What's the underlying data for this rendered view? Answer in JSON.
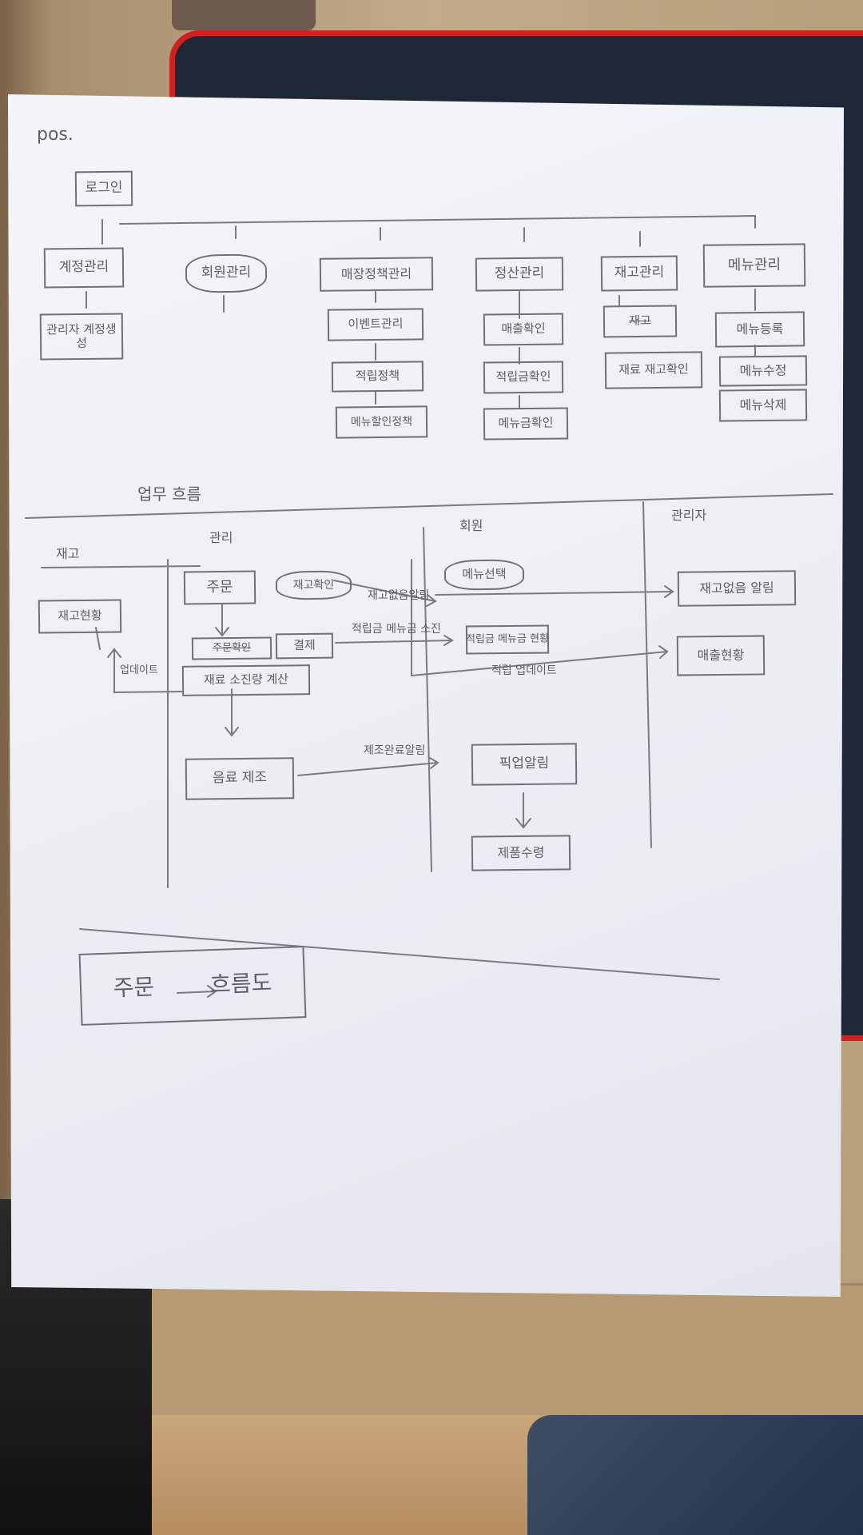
{
  "page_title": "pos.",
  "root": "로그인",
  "top_menu": [
    {
      "label": "계정관리",
      "children": [
        "관리자 계정생성"
      ]
    },
    {
      "label": "회원관리",
      "children": []
    },
    {
      "label": "매장정책관리",
      "children": [
        "이벤트관리",
        "적립정책",
        "메뉴할인정책"
      ]
    },
    {
      "label": "정산관리",
      "children": [
        "매출확인",
        "적립금확인",
        "메뉴금확인"
      ]
    },
    {
      "label": "재고관리",
      "children": [
        "재고",
        "재료 재고확인"
      ]
    },
    {
      "label": "메뉴관리",
      "children": [
        "메뉴등록",
        "메뉴수정",
        "메뉴삭제"
      ]
    }
  ],
  "workflow": {
    "title": "업무 흐름",
    "lanes": [
      "재고",
      "관리",
      "회원",
      "관리자"
    ],
    "inventory": {
      "status": "재고현황",
      "update_label": "업데이트"
    },
    "staff": {
      "order": "주문",
      "stock_check": "재고확인",
      "order_confirm": "주문확인",
      "payment": "결제",
      "deduct": "재료 소진량 계산",
      "make": "음료 제조"
    },
    "member": {
      "menu_select": "메뉴선택",
      "points": "적립금 메뉴금 현황",
      "pickup_alert": "픽업알림",
      "receive": "제품수령"
    },
    "admin": {
      "low_stock": "재고없음 알림",
      "sales": "매출현황"
    },
    "edges": {
      "low_stock_notice": "재고없음알림",
      "points_notice": "적립금 메뉴금 소진",
      "points_update": "적립 업데이트",
      "make_done": "제조완료알림"
    }
  },
  "footer_box": {
    "left": "주문",
    "right": "흐름도"
  }
}
